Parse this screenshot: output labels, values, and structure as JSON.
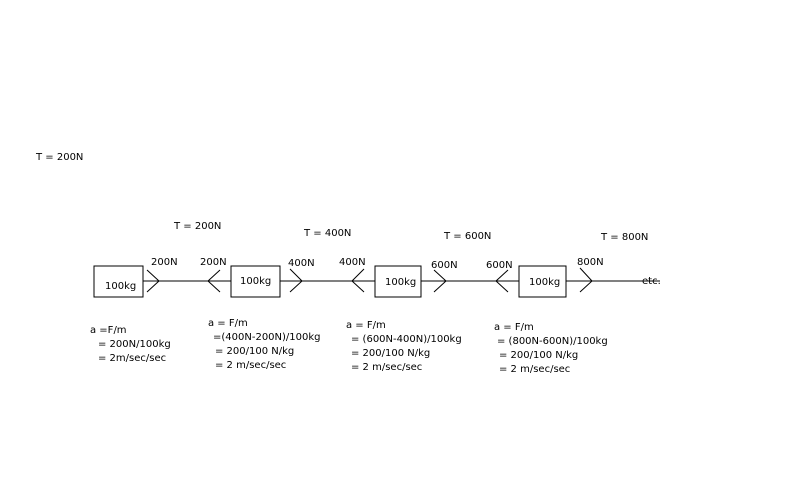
{
  "top_label": "T = 200N",
  "tension_labels": [
    "T = 200N",
    "T = 400N",
    "T = 600N",
    "T = 800N"
  ],
  "masses": [
    "100kg",
    "100kg",
    "100kg",
    "100kg"
  ],
  "force_labels": [
    "200N",
    "200N",
    "400N",
    "400N",
    "600N",
    "600N",
    "800N"
  ],
  "end_label": "etc.",
  "calculations": [
    [
      "a =F/m",
      "= 200N/100kg",
      "= 2m/sec/sec"
    ],
    [
      "a = F/m",
      "=(400N-200N)/100kg",
      "= 200/100 N/kg",
      "= 2 m/sec/sec"
    ],
    [
      "a = F/m",
      "= (600N-400N)/100kg",
      "= 200/100 N/kg",
      "= 2 m/sec/sec"
    ],
    [
      "a = F/m",
      "= (800N-600N)/100kg",
      "= 200/100 N/kg",
      "= 2 m/sec/sec"
    ]
  ]
}
